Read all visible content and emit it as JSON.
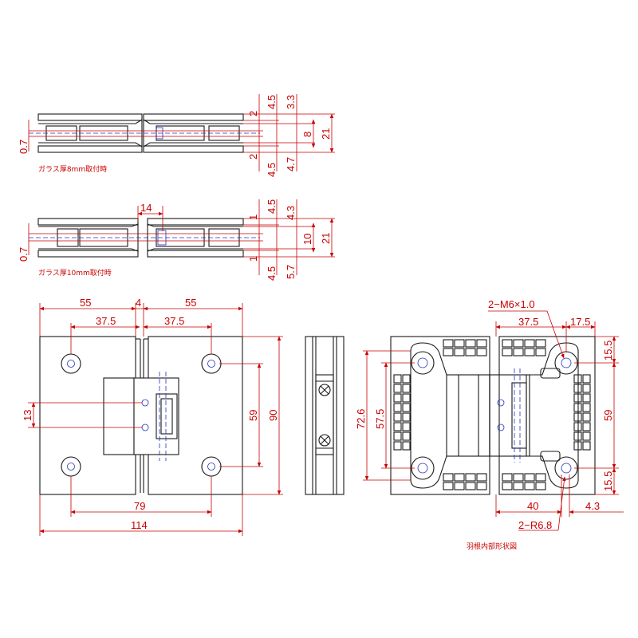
{
  "top_view_8mm": {
    "caption": "ガラス厚8mm取付時",
    "dims": {
      "d_4_5_top": "4.5",
      "d_3_3": "3.3",
      "d_2_top": "2",
      "d_8": "8",
      "d_21": "21",
      "d_2_bot": "2",
      "d_4_5_bot": "4.5",
      "d_4_7": "4.7",
      "d_0_7": "0.7"
    }
  },
  "top_view_10mm": {
    "caption": "ガラス厚10mm取付時",
    "dims": {
      "d_14": "14",
      "d_4_5_top": "4.5",
      "d_4_3": "4.3",
      "d_1_top": "1",
      "d_10": "10",
      "d_21": "21",
      "d_1_bot": "1",
      "d_4_5_bot": "4.5",
      "d_5_7": "5.7",
      "d_0_7": "0.7"
    }
  },
  "front_view": {
    "dims": {
      "d_55_left": "55",
      "d_4": "4",
      "d_55_right": "55",
      "d_37_5_left": "37.5",
      "d_37_5_right": "37.5",
      "d_13": "13",
      "d_59": "59",
      "d_90": "90",
      "d_79": "79",
      "d_114": "114"
    }
  },
  "internal_view": {
    "caption": "羽根内部形状図",
    "dims": {
      "thread": "2−M6×1.0",
      "d_37_5": "37.5",
      "d_17_5": "17.5",
      "d_15_5_top": "15.5",
      "d_72_6": "72.6",
      "d_57_5": "57.5",
      "d_59": "59",
      "d_15_5_bot": "15.5",
      "d_40": "40",
      "d_4_3": "4.3",
      "radius": "2−R6.8"
    }
  }
}
